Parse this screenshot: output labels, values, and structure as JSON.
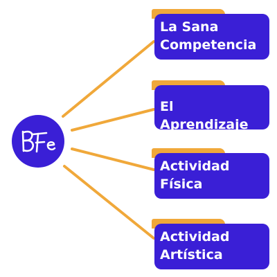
{
  "hub": {
    "logo_text": "BFe"
  },
  "nodes": [
    {
      "label": "La Sana\nCompetencia"
    },
    {
      "label": "El Aprendizaje"
    },
    {
      "label": "Actividad\nFísica"
    },
    {
      "label": "Actividad\nArtística"
    }
  ],
  "colors": {
    "box": "#3a1fd6",
    "tab": "#f0a83a",
    "line": "#f0a83a",
    "text": "#ffffff"
  }
}
